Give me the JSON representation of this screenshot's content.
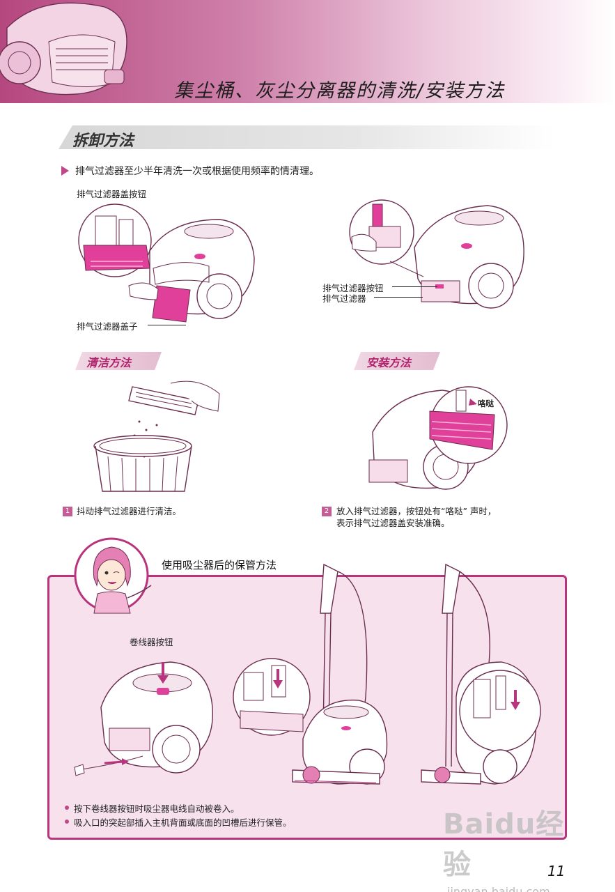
{
  "header": {
    "title": "集尘桶、灰尘分离器的清洗/安装方法"
  },
  "section": {
    "title": "拆卸方法"
  },
  "intro": {
    "text": "排气过滤器至少半年清洗一次或根据使用频率酌情清理。"
  },
  "disassembly": {
    "label_cover_button": "排气过滤器盖按钮",
    "label_cover": "排气过滤器盖子",
    "label_filter_button": "排气过滤器按钮",
    "label_filter": "排气过滤器"
  },
  "cleaning": {
    "title": "清洁方法",
    "step_number": "1",
    "step_text": "抖动排气过滤器进行清洁。"
  },
  "install": {
    "title": "安装方法",
    "click_label": "咯哒",
    "step_number": "2",
    "step_text_line1": "放入排气过滤器，按钮处有“咯哒” 声时，",
    "step_text_line2": "表示排气过滤器盖安装准确。"
  },
  "storage": {
    "title": "使用吸尘器后的保管方法",
    "cord_button_label": "卷线器按钮",
    "notes": [
      "按下卷线器按钮时吸尘器电线自动被卷入。",
      "吸入口的突起部插入主机背面或底面的凹槽后进行保管。"
    ]
  },
  "page_number": "11",
  "watermark": {
    "brand": "Baidu经验",
    "url": "jingyan.baidu.com"
  },
  "colors": {
    "accent": "#b8347c",
    "header_start": "#b5477f",
    "panel": "#f6e1ec",
    "filter": "#e0409a"
  }
}
